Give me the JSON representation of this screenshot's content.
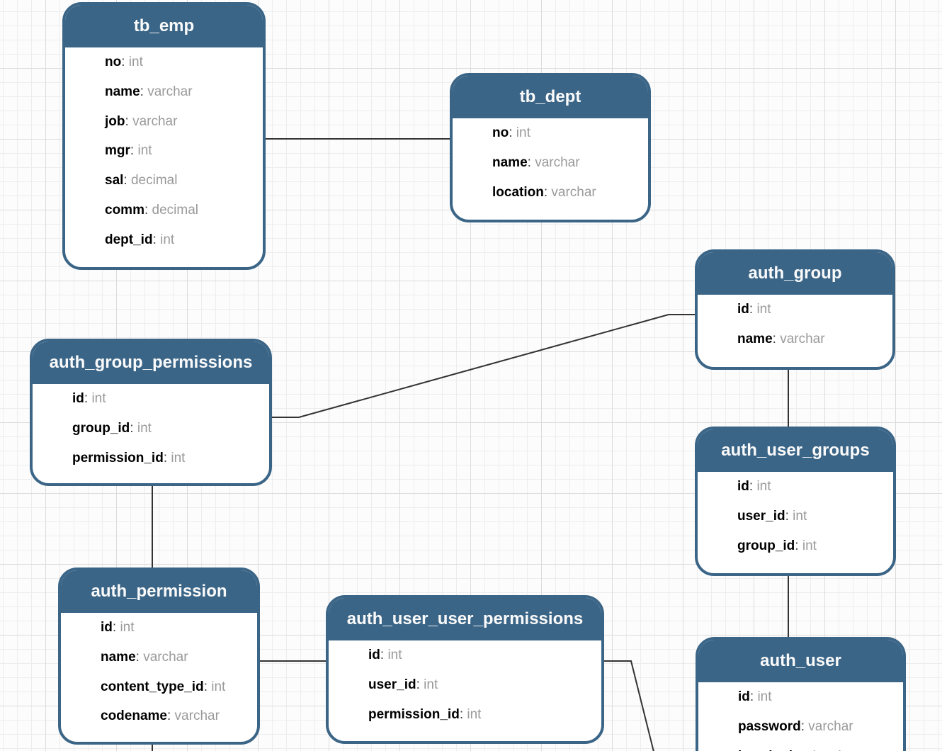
{
  "colors": {
    "table_header": "#3b6587",
    "table_border": "#3b6587",
    "field_name": "#000000",
    "field_type": "#9a9a9a",
    "connector": "#333333",
    "grid_minor": "#ededed",
    "grid_major": "#dcdcdc"
  },
  "field_separator": ": ",
  "tables": [
    {
      "name": "tb_emp",
      "fields": [
        {
          "name": "no",
          "type": "int"
        },
        {
          "name": "name",
          "type": "varchar"
        },
        {
          "name": "job",
          "type": "varchar"
        },
        {
          "name": "mgr",
          "type": "int"
        },
        {
          "name": "sal",
          "type": "decimal"
        },
        {
          "name": "comm",
          "type": "decimal"
        },
        {
          "name": "dept_id",
          "type": "int"
        }
      ]
    },
    {
      "name": "tb_dept",
      "fields": [
        {
          "name": "no",
          "type": "int"
        },
        {
          "name": "name",
          "type": "varchar"
        },
        {
          "name": "location",
          "type": "varchar"
        }
      ]
    },
    {
      "name": "auth_group",
      "fields": [
        {
          "name": "id",
          "type": "int"
        },
        {
          "name": "name",
          "type": "varchar"
        }
      ]
    },
    {
      "name": "auth_group_permissions",
      "fields": [
        {
          "name": "id",
          "type": "int"
        },
        {
          "name": "group_id",
          "type": "int"
        },
        {
          "name": "permission_id",
          "type": "int"
        }
      ]
    },
    {
      "name": "auth_user_groups",
      "fields": [
        {
          "name": "id",
          "type": "int"
        },
        {
          "name": "user_id",
          "type": "int"
        },
        {
          "name": "group_id",
          "type": "int"
        }
      ]
    },
    {
      "name": "auth_permission",
      "fields": [
        {
          "name": "id",
          "type": "int"
        },
        {
          "name": "name",
          "type": "varchar"
        },
        {
          "name": "content_type_id",
          "type": "int"
        },
        {
          "name": "codename",
          "type": "varchar"
        }
      ]
    },
    {
      "name": "auth_user_user_permissions",
      "fields": [
        {
          "name": "id",
          "type": "int"
        },
        {
          "name": "user_id",
          "type": "int"
        },
        {
          "name": "permission_id",
          "type": "int"
        }
      ]
    },
    {
      "name": "auth_user",
      "fields": [
        {
          "name": "id",
          "type": "int"
        },
        {
          "name": "password",
          "type": "varchar"
        },
        {
          "name": "last_login",
          "type": "datetime"
        }
      ]
    }
  ],
  "relationships": [
    {
      "from": "tb_emp",
      "to": "tb_dept"
    },
    {
      "from": "auth_group_permissions",
      "to": "auth_group"
    },
    {
      "from": "auth_group",
      "to": "auth_user_groups"
    },
    {
      "from": "auth_group_permissions",
      "to": "auth_permission"
    },
    {
      "from": "auth_permission",
      "to": "auth_user_user_permissions"
    },
    {
      "from": "auth_user_groups",
      "to": "auth_user"
    },
    {
      "from": "auth_user_user_permissions",
      "to": "offscreen-bottom"
    },
    {
      "from": "auth_permission",
      "to": "offscreen-bottom"
    }
  ]
}
